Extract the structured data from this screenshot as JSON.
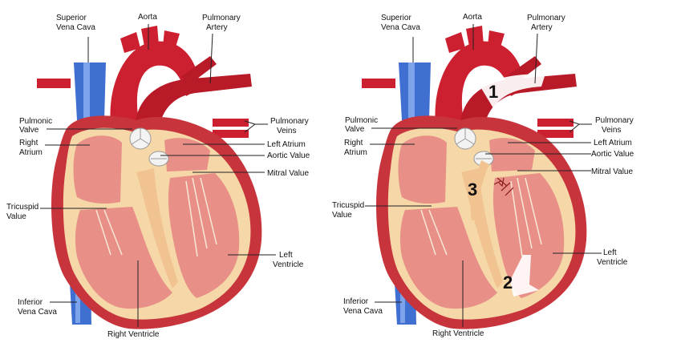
{
  "colors": {
    "outer_muscle": "#c8343c",
    "epicardium": "#f5d7a8",
    "chamber_wall": "#e89088",
    "vessel_red": "#cc2030",
    "vena_cava_blue": "#3f6fd0",
    "valve": "#f3f3f3",
    "damage": "#ffffff"
  },
  "left_diagram": {
    "labels": {
      "superior_vena_cava": [
        "Superior",
        "Vena Cava"
      ],
      "aorta": "Aorta",
      "pulmonary_artery": [
        "Pulmonary",
        "Artery"
      ],
      "pulmonic_valve": [
        "Pulmonic",
        "Valve"
      ],
      "pulmonary_veins": [
        "Pulmonary",
        "Veins"
      ],
      "right_atrium": [
        "Right",
        "Atrium"
      ],
      "left_atrium": "Left Atrium",
      "aortic_value": "Aortic Value",
      "mitral_value": "Mitral Value",
      "tricuspid_value": [
        "Tricuspid",
        "Value"
      ],
      "left_ventricle": [
        "Left",
        "Ventricle"
      ],
      "inferior_vena_cava": [
        "Inferior",
        "Vena Cava"
      ],
      "right_ventricle": "Right Ventricle"
    }
  },
  "right_diagram": {
    "labels": {
      "superior_vena_cava": [
        "Superior",
        "Vena Cava"
      ],
      "aorta": "Aorta",
      "pulmonary_artery": [
        "Pulmonary",
        "Artery"
      ],
      "pulmonic_valve": [
        "Pulmonic",
        "Valve"
      ],
      "pulmonary_veins": [
        "Pulmonary",
        "Veins"
      ],
      "right_atrium": [
        "Right",
        "Atrium"
      ],
      "left_atrium": "Left Atrium",
      "aortic_value": "Aortic Value",
      "mitral_value": "Mitral Value",
      "tricuspid_value": [
        "Tricuspid",
        "Value"
      ],
      "left_ventricle": [
        "Left",
        "Ventricle"
      ],
      "inferior_vena_cava": [
        "Inferior",
        "Vena Cava"
      ],
      "right_ventricle": "Right Ventricle"
    },
    "markers": [
      "1",
      "2",
      "3"
    ]
  }
}
